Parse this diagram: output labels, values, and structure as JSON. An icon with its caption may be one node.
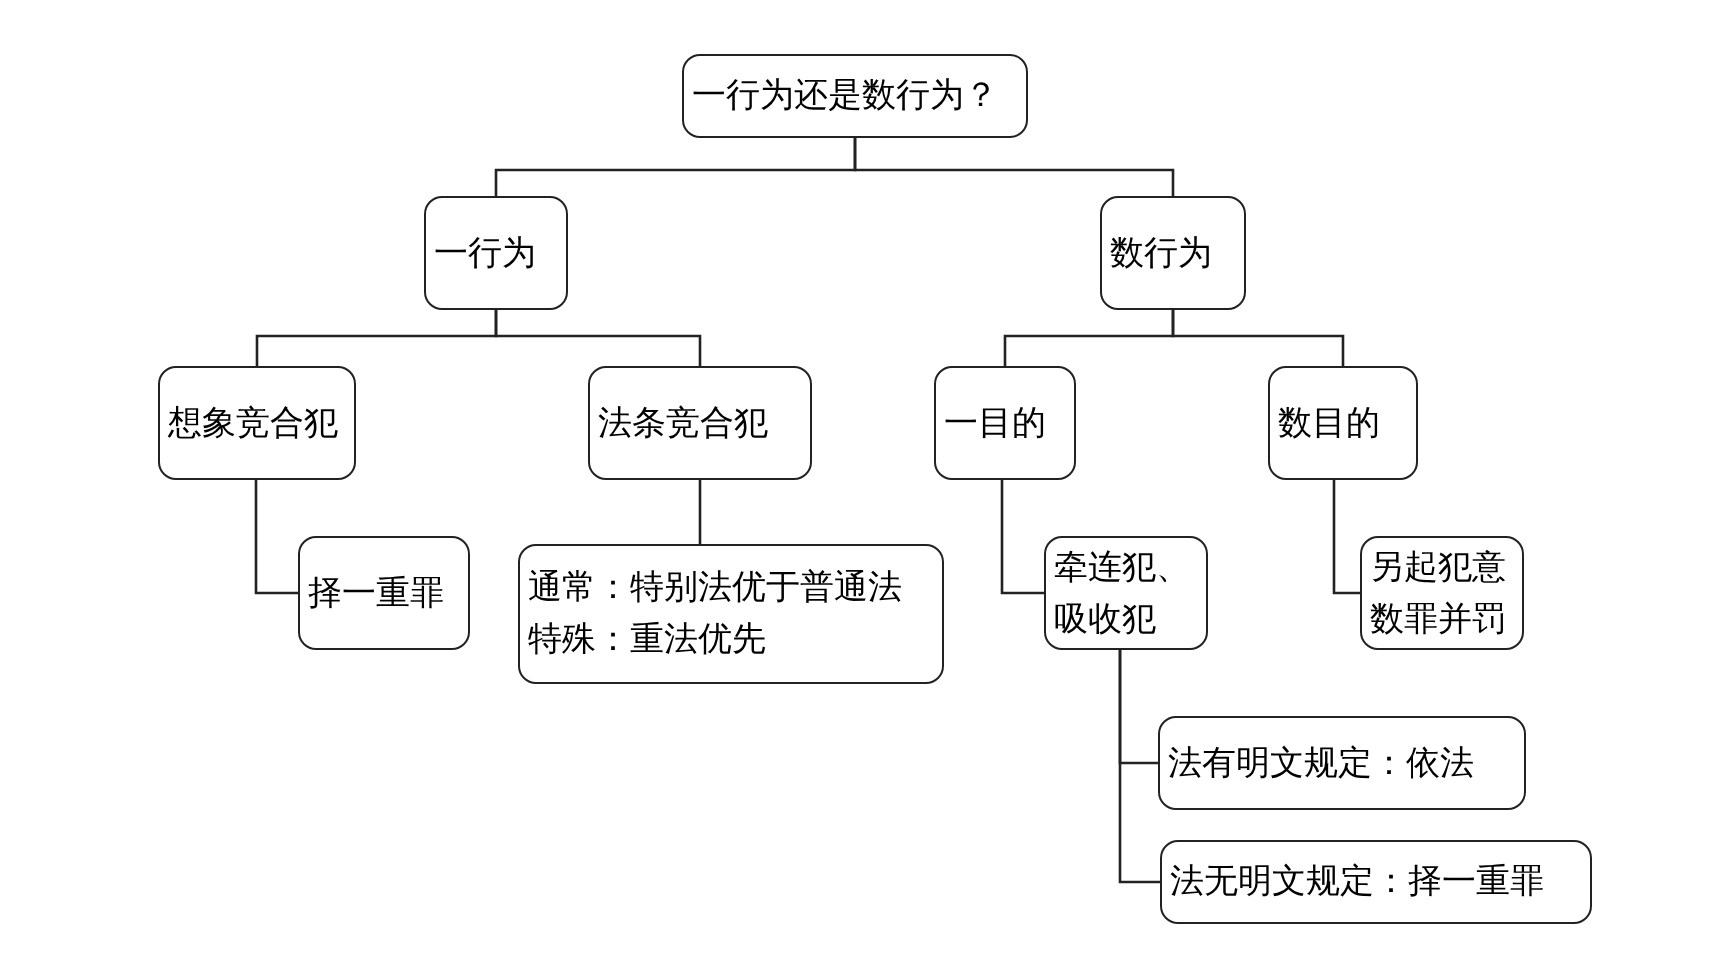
{
  "diagram": {
    "nodes": [
      {
        "text": [
          "一行为还是数行为？"
        ]
      },
      {
        "text": [
          "一行为"
        ]
      },
      {
        "text": [
          "数行为"
        ]
      },
      {
        "text": [
          "想象竞合犯"
        ]
      },
      {
        "text": [
          "法条竞合犯"
        ]
      },
      {
        "text": [
          "一目的"
        ]
      },
      {
        "text": [
          "数目的"
        ]
      },
      {
        "text": [
          "择一重罪"
        ]
      },
      {
        "text": [
          "通常：特别法优于普通法",
          "特殊：重法优先"
        ]
      },
      {
        "text": [
          "牵连犯、吸收犯"
        ]
      },
      {
        "text": [
          "另起犯意",
          "数罪并罚"
        ]
      },
      {
        "text": [
          "法有明文规定：依法"
        ]
      },
      {
        "text": [
          "法无明文规定：择一重罪"
        ]
      }
    ],
    "edges": [
      {
        "from": 0,
        "to": 1,
        "arrow": "none"
      },
      {
        "from": 0,
        "to": 2,
        "arrow": "none"
      },
      {
        "from": 1,
        "to": 3,
        "arrow": "none"
      },
      {
        "from": 1,
        "to": 4,
        "arrow": "none"
      },
      {
        "from": 2,
        "to": 5,
        "arrow": "none"
      },
      {
        "from": 2,
        "to": 6,
        "arrow": "none"
      },
      {
        "from": 3,
        "to": 7,
        "arrow": "none"
      },
      {
        "from": 4,
        "to": 8,
        "arrow": "none"
      },
      {
        "from": 5,
        "to": 9,
        "arrow": "none"
      },
      {
        "from": 6,
        "to": 10,
        "arrow": "none"
      },
      {
        "from": 9,
        "to": 11,
        "arrow": "none"
      },
      {
        "from": 9,
        "to": 12,
        "arrow": "none"
      }
    ]
  }
}
